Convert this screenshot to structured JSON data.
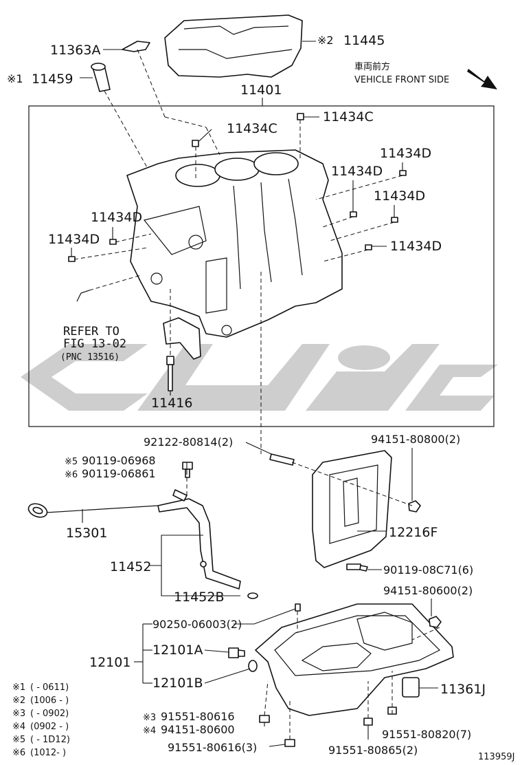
{
  "header": {
    "front_jp": "車両前方",
    "front_en": "VEHICLE FRONT SIDE"
  },
  "parts": {
    "p11363A": "11363A",
    "p11445": "11445",
    "p11445_mark": "※2",
    "p11459": "11459",
    "p11459_mark": "※1",
    "p11401": "11401",
    "p11434C_a": "11434C",
    "p11434C_b": "11434C",
    "p11434D_a": "11434D",
    "p11434D_b": "11434D",
    "p11434D_c": "11434D",
    "p11434D_d": "11434D",
    "p11434D_e": "11434D",
    "p11434D_f": "11434D",
    "p11416": "11416",
    "p92122": "92122-80814(2)",
    "p94151_800": "94151-80800(2)",
    "p90119_06968": "90119-06968",
    "p90119_06968_mark": "※5",
    "p90119_06861": "90119-06861",
    "p90119_06861_mark": "※6",
    "p15301": "15301",
    "p11452": "11452",
    "p11452B": "11452B",
    "p12216F": "12216F",
    "p90119_08C71": "90119-08C71(6)",
    "p94151_600": "94151-80600(2)",
    "p90250": "90250-06003(2)",
    "p12101": "12101",
    "p12101A": "12101A",
    "p12101B": "12101B",
    "p11361J": "11361J",
    "p91551_80616": "91551-80616",
    "p91551_80616_mark": "※3",
    "p94151_80600": "94151-80600",
    "p94151_80600_mark": "※4",
    "p91551_80616_3": "91551-80616(3)",
    "p91551_80820": "91551-80820(7)",
    "p91551_80865": "91551-80865(2)"
  },
  "refer": {
    "line1": "REFER TO",
    "line2": "FIG 13-02",
    "line3": "(PNC 13516)"
  },
  "notes": [
    {
      "mark": "※1",
      "text": "(       - 0611)"
    },
    {
      "mark": "※2",
      "text": "(1006 -        )"
    },
    {
      "mark": "※3",
      "text": "(       - 0902)"
    },
    {
      "mark": "※4",
      "text": "(0902 -        )"
    },
    {
      "mark": "※5",
      "text": "(       - 1D12)"
    },
    {
      "mark": "※6",
      "text": "(1012-    )"
    }
  ],
  "footer": {
    "figure_id": "113959J"
  },
  "icons": {
    "arrow": "front-direction-arrow-icon",
    "watermark": "watermark-logo"
  }
}
